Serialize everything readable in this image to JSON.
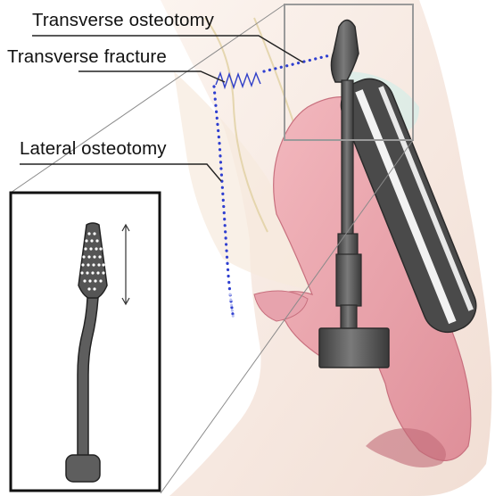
{
  "labels": {
    "transverse_osteotomy": "Transverse osteotomy",
    "transverse_fracture": "Transverse fracture",
    "lateral_osteotomy": "Lateral osteotomy"
  },
  "colors": {
    "background": "#ffffff",
    "skin": "#f6e6dc",
    "nasal_cartilage": "#e9a2ab",
    "bone_outline": "#e0cfa0",
    "instrument": "#5b5b5b",
    "instrument_edge": "#2a2a2a",
    "osteotomy_dots": "#2f3fd0",
    "inset_border": "#111111",
    "zoom_box": "#9a9a9a"
  },
  "icons": {
    "inset_arrow": "double-headed-vertical-arrow",
    "rasp_teeth": "rasp-teeth-pattern"
  }
}
